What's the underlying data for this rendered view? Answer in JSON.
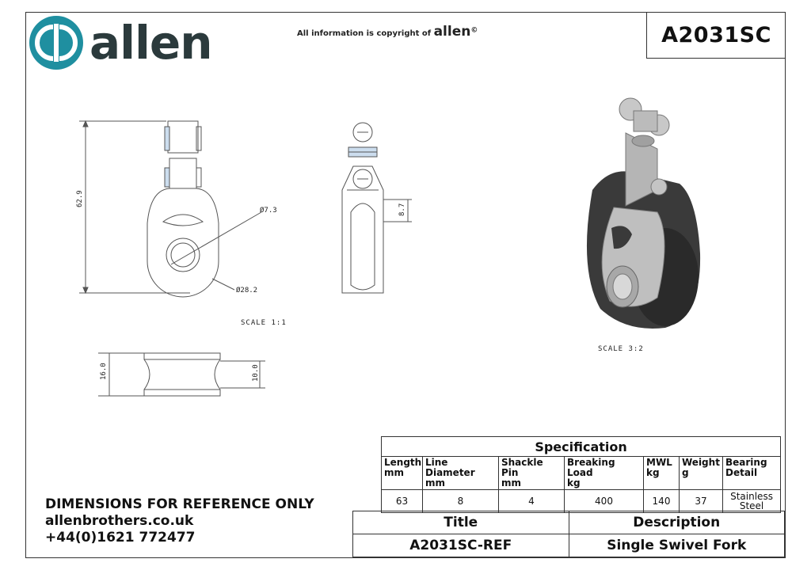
{
  "brand": {
    "name": "allen",
    "accent": "#1f8fa0",
    "text_color": "#2b3a3c"
  },
  "copyright": {
    "prefix": "All information is copyright of",
    "brand": "allen",
    "symbol": "©"
  },
  "part_number": "A2031SC",
  "views": {
    "front_scale": "SCALE  1:1",
    "iso_scale": "SCALE  3:2",
    "dimensions": {
      "height": "62.9",
      "bore": "Ø7.3",
      "sheave": "Ø28.2",
      "side_offset": "8.7",
      "width": "16.0",
      "groove": "10.0"
    }
  },
  "notes": [
    "DIMENSIONS FOR REFERENCE ONLY",
    "allenbrothers.co.uk",
    "+44(0)1621 772477"
  ],
  "specification": {
    "caption": "Specification",
    "headers": [
      [
        "Length",
        "mm"
      ],
      [
        "Line Diameter",
        "mm"
      ],
      [
        "Shackle Pin",
        "mm"
      ],
      [
        "Breaking Load",
        "kg"
      ],
      [
        "MWL",
        "kg"
      ],
      [
        "Weight",
        "g"
      ],
      [
        "Bearing",
        "Detail"
      ]
    ],
    "values": [
      "63",
      "8",
      "4",
      "400",
      "140",
      "37",
      "Stainless Steel"
    ]
  },
  "title_block": {
    "title_label": "Title",
    "description_label": "Description",
    "title_value": "A2031SC-REF",
    "description_value": "Single Swivel Fork"
  }
}
